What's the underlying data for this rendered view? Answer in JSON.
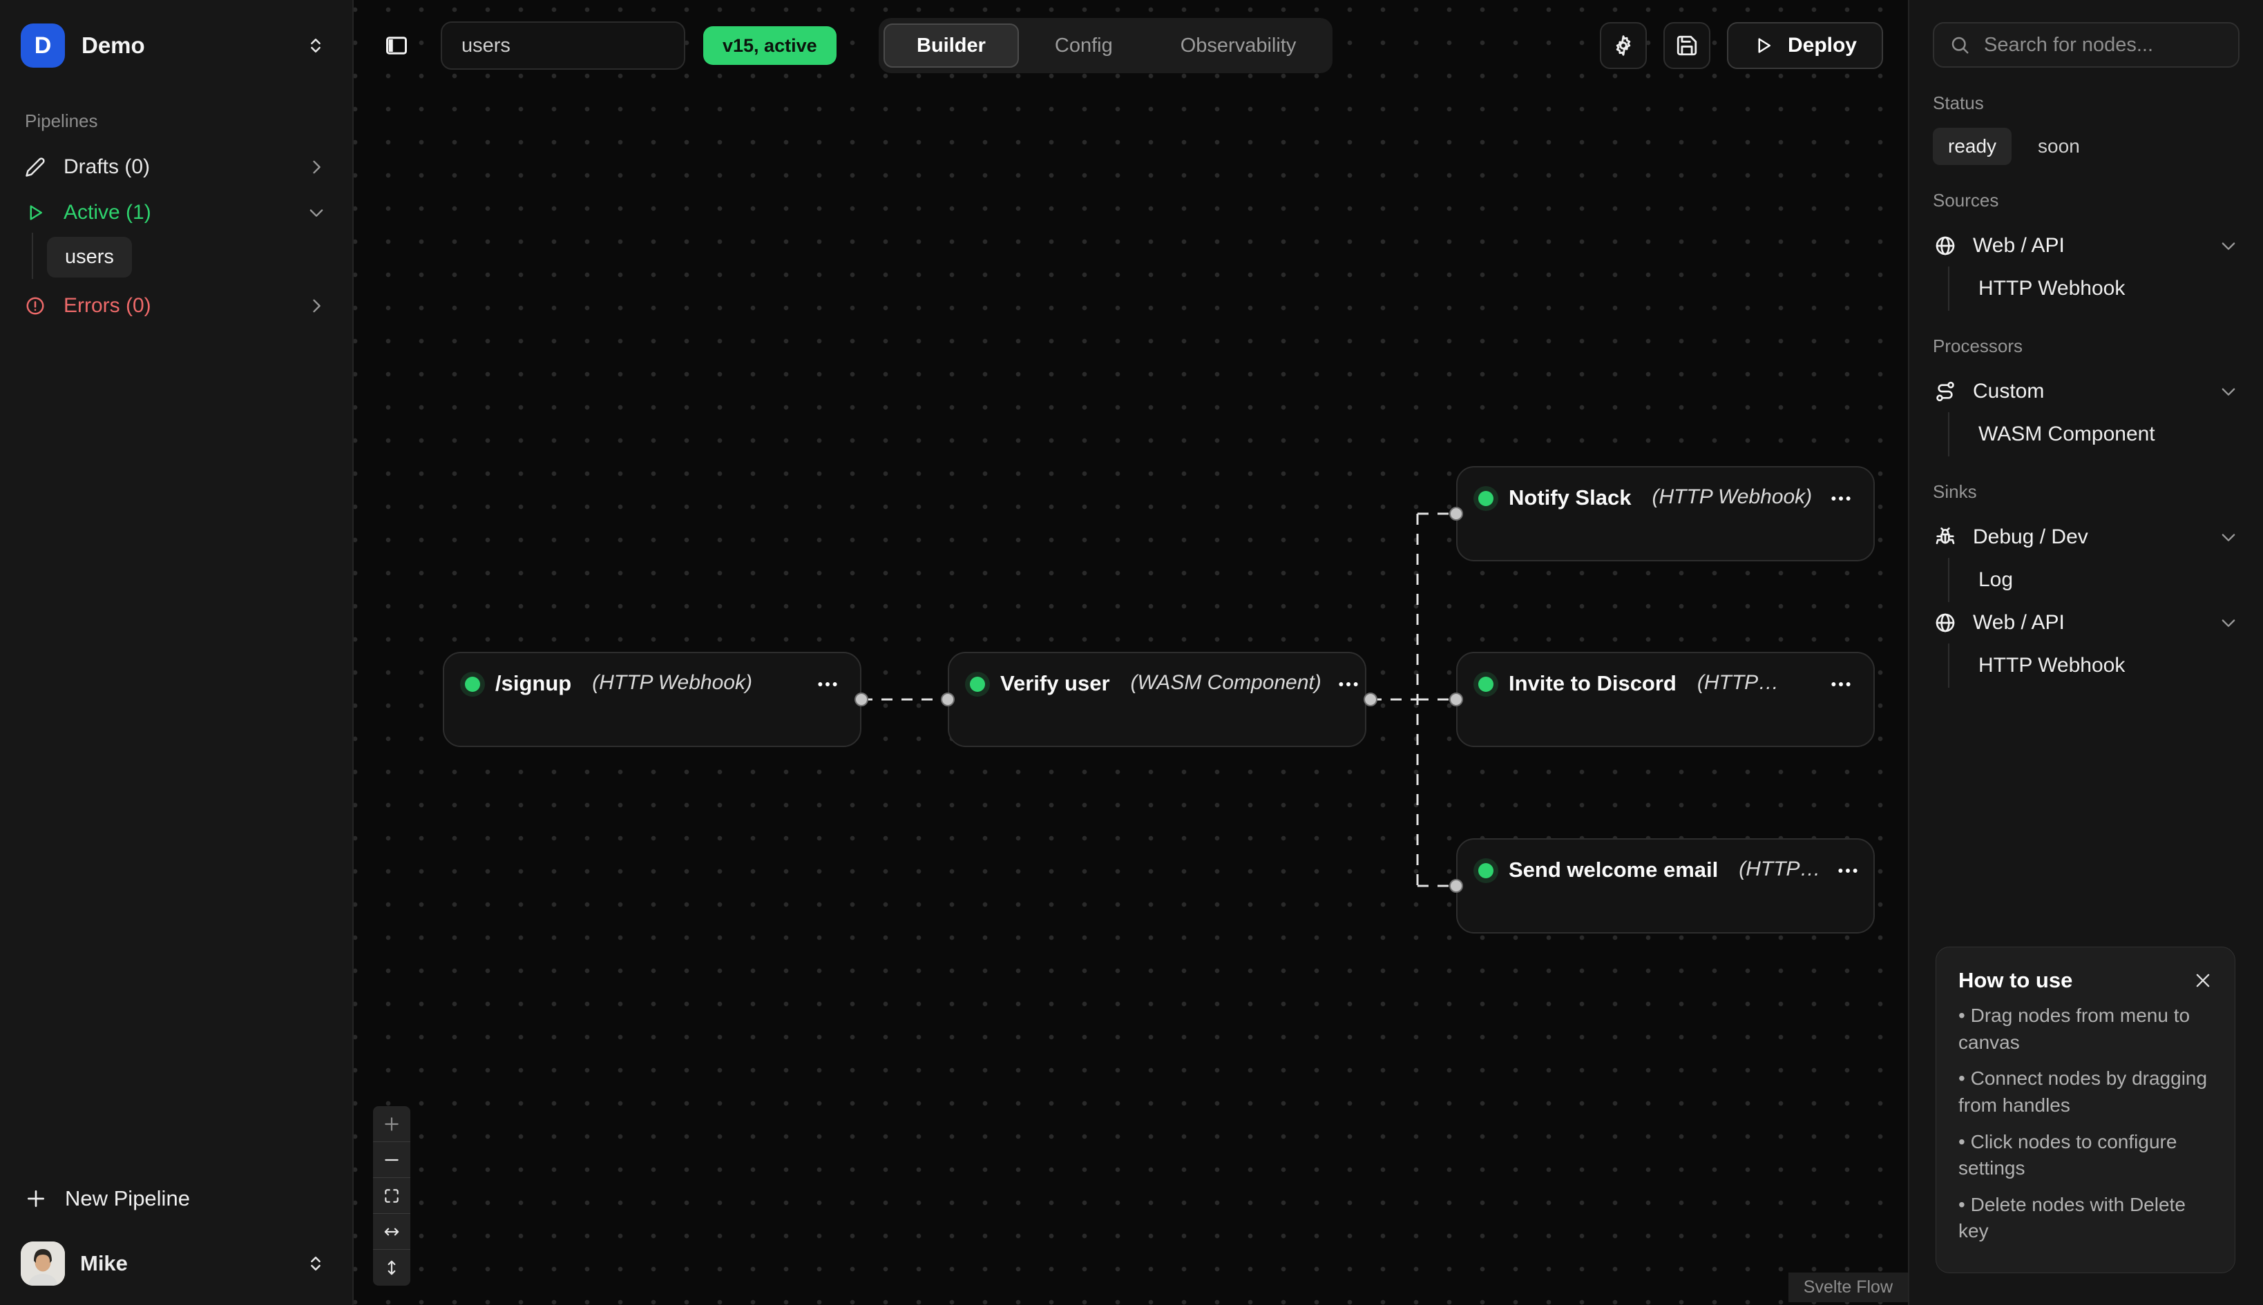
{
  "workspace": {
    "initial": "D",
    "name": "Demo"
  },
  "left_sidebar": {
    "pipelines_label": "Pipelines",
    "drafts_label": "Drafts (0)",
    "active_label": "Active (1)",
    "active_pipeline_label": "users",
    "errors_label": "Errors (0)",
    "new_pipeline_label": "New Pipeline",
    "user_name": "Mike"
  },
  "topbar": {
    "pipeline_name_value": "users",
    "version_badge": "v15, active",
    "tabs": {
      "builder": "Builder",
      "config": "Config",
      "observability": "Observability"
    },
    "deploy_label": "Deploy"
  },
  "canvas": {
    "nodes": [
      {
        "title": "/signup",
        "subtitle": "(HTTP Webhook)"
      },
      {
        "title": "Verify user",
        "subtitle": "(WASM Component)"
      },
      {
        "title": "Notify Slack",
        "subtitle": "(HTTP Webhook)"
      },
      {
        "title": "Invite to Discord",
        "subtitle": "(HTTP…"
      },
      {
        "title": "Send welcome email",
        "subtitle": "(HTTP…"
      }
    ],
    "attribution": "Svelte Flow"
  },
  "right_sidebar": {
    "search_placeholder": "Search for nodes...",
    "status_label": "Status",
    "status_chips": {
      "ready": "ready",
      "soon": "soon"
    },
    "sources_label": "Sources",
    "sources_group": "Web / API",
    "sources_child": "HTTP Webhook",
    "processors_label": "Processors",
    "processors_group": "Custom",
    "processors_child": "WASM Component",
    "sinks_label": "Sinks",
    "sinks_group1": "Debug / Dev",
    "sinks_child1": "Log",
    "sinks_group2": "Web / API",
    "sinks_child2": "HTTP Webhook",
    "help": {
      "title": "How to use",
      "bullets": [
        "Drag nodes from menu to canvas",
        "Connect nodes by dragging from handles",
        "Click nodes to configure settings",
        "Delete nodes with Delete key"
      ]
    }
  },
  "icons": {
    "sidebar_toggle": "panel-left",
    "settings": "gear",
    "save": "floppy-disk",
    "deploy": "play-triangle",
    "drafts": "pencil",
    "active": "play-triangle",
    "errors": "alert-circle",
    "web_api": "globe",
    "custom": "route",
    "debug_dev": "bug",
    "search": "magnifier",
    "node_menu": "ellipsis",
    "close": "x",
    "zoom_in": "plus",
    "zoom_out": "minus",
    "fit_view": "frame-corners",
    "pan_horizontal": "arrow-left-right",
    "pan_vertical": "arrow-up-down",
    "switcher": "chevrons-up-down"
  },
  "colors": {
    "accent_green": "#2ed36e",
    "error_red": "#ee6a6a",
    "brand_blue": "#2159e0",
    "canvas_bg": "#0a0a0a",
    "panel_bg": "#171717"
  }
}
